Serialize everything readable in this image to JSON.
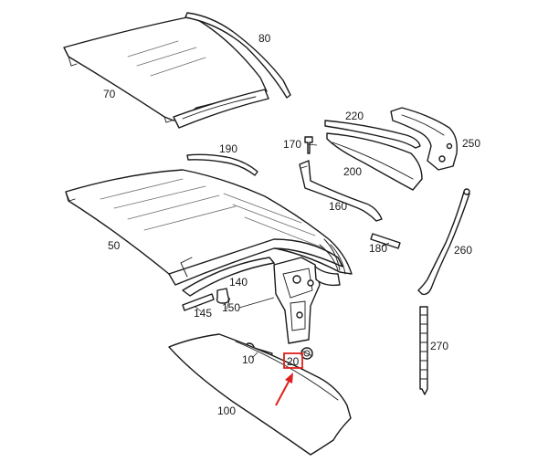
{
  "diagram": {
    "labels": {
      "p10": "10",
      "p20": "20",
      "p50": "50",
      "p70": "70",
      "p80": "80",
      "p100": "100",
      "p140": "140",
      "p145": "145",
      "p150": "150",
      "p160": "160",
      "p170": "170",
      "p180": "180",
      "p190": "190",
      "p200": "200",
      "p220": "220",
      "p250": "250",
      "p260": "260",
      "p270": "270"
    },
    "highlight": {
      "part": "20",
      "color": "#e0201b"
    }
  }
}
